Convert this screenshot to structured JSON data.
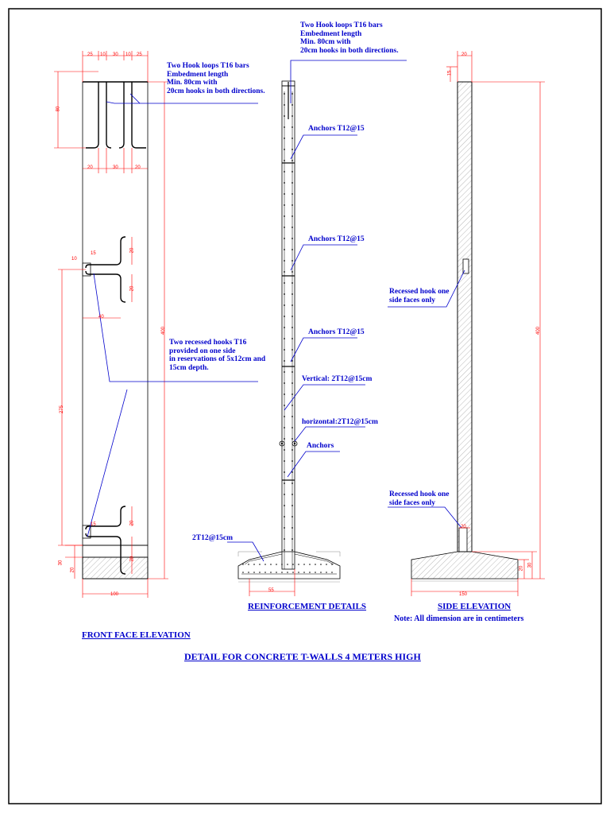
{
  "front": {
    "title": "FRONT FACE ELEVATION",
    "note_hook_loops": "Two Hook loops T16 bars\nEmbedment length\nMin. 80cm with\n20cm hooks in both directions.",
    "note_recessed": "Two recessed hooks T16\nprovided on one side\nin reservations of 5x12cm and\n15cm depth.",
    "dims": {
      "top_a": "25",
      "top_b": "10",
      "top_c": "30",
      "top_d": "10",
      "top_e": "25",
      "mid_a": "20",
      "mid_b": "30",
      "mid_c": "20",
      "h80": "80",
      "h400": "400",
      "h275": "275",
      "r20a": "20",
      "r20b": "20",
      "r20c": "20",
      "r20d": "20",
      "r10": "10",
      "r15a": "15",
      "r15b": "15",
      "w40": "40",
      "b30": "30",
      "b20": "20",
      "w100": "100"
    }
  },
  "reinforcement": {
    "title": "REINFORCEMENT DETAILS",
    "note_hook_loops": "Two Hook loops T16 bars\nEmbedment length\nMin. 80cm with\n20cm hooks in both directions.",
    "anchors1": "Anchors T12@15",
    "anchors2": "Anchors T12@15",
    "anchors3": "Anchors T12@15",
    "vertical": "Vertical: 2T12@15cm",
    "horizontal": "horizontal:2T12@15cm",
    "anchors4": "Anchors",
    "base_bars": "2T12@15cm",
    "dim_base": "55"
  },
  "side": {
    "title": "SIDE ELEVATION",
    "recessed1": "Recessed hook one\nside faces only",
    "recessed2": "Recessed hook one\nside faces only",
    "note": "Note: All dimension are in centimeters",
    "dims": {
      "top": "20",
      "h15": "15",
      "h400": "400",
      "r20": "20",
      "b30": "30",
      "b20": "20",
      "w150": "150"
    }
  },
  "sheet_title": "DETAIL FOR CONCRETE T-WALLS 4 METERS HIGH",
  "colors": {
    "annotation": "#0000cc",
    "dimension": "#ff0000",
    "geometry": "#000000",
    "hatch": "#888888"
  }
}
